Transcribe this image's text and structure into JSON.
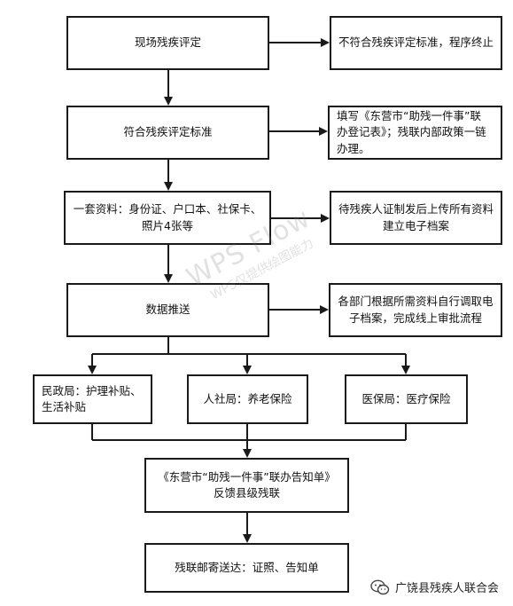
{
  "nodes": {
    "step1": "现场残疾评定",
    "reject": "不符合残疾评定标准，程序终止",
    "step2": "符合残疾评定标准",
    "fill": "填写《东营市“助残一件事”联\n办登记表》；残联内部政策一链\n办理。",
    "step3": "一套资料：身份证、户口本、社保卡、\n照片4张等",
    "upload": "待残疾人证制发后上传所有资料\n建立电子档案",
    "step4": "数据推送",
    "depts": "各部门根据所需资料自行调取电\n子档案，完成线上审批流程",
    "civil": "民政局：护理补贴、\n生活补贴",
    "social": "人社局：养老保险",
    "medical": "医保局：医疗保险",
    "notice": "《东营市“助残一件事”联办告知单》\n反馈县级残联",
    "mail": "残联邮寄送达：证照、告知单"
  },
  "watermark": {
    "line1": "WPS Flow",
    "line2": "WPS仅提供绘图能力"
  },
  "footer": {
    "icon": "wechat-icon",
    "label": "广饶县残疾人联合会"
  }
}
